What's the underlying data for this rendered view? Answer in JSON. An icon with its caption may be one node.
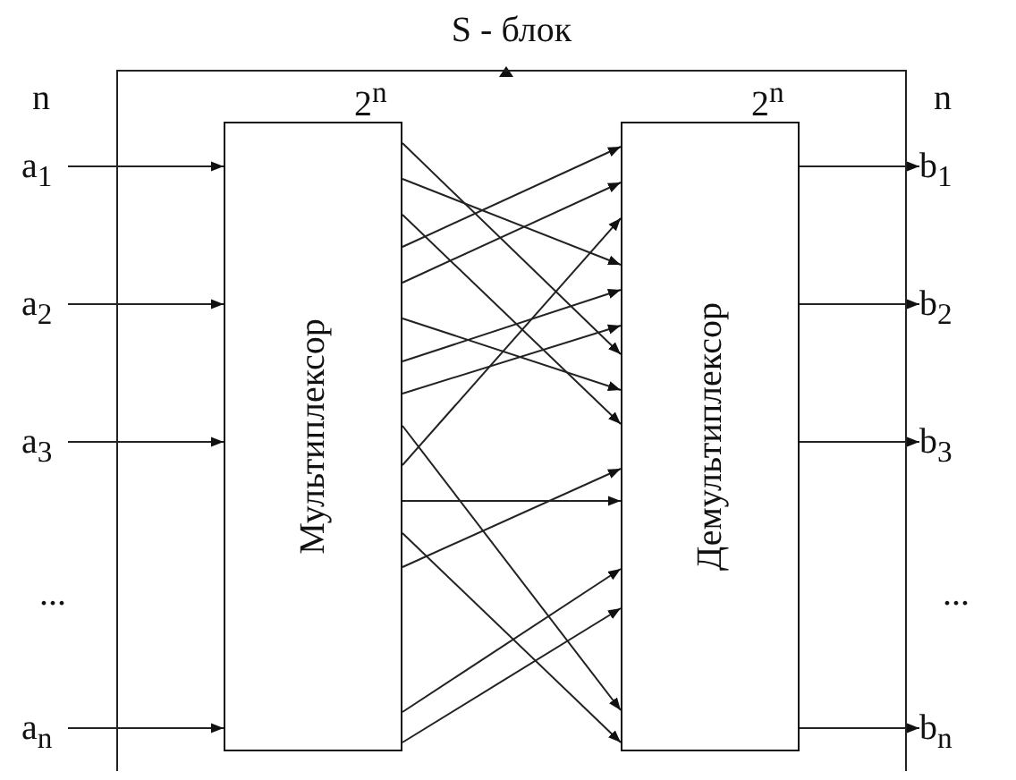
{
  "diagram": {
    "nodes": [
      {
        "text": [
          "S - блок"
        ]
      },
      {
        "text": [
          "Мультиплексор"
        ],
        "in": 0
      },
      {
        "text": [
          "Демультиплексор"
        ],
        "in": 0
      },
      {
        "text": [
          "a$_{1}$"
        ]
      },
      {
        "text": [
          "a$_{2}$"
        ]
      },
      {
        "text": [
          "a$_{3}$"
        ]
      },
      {
        "text": [
          "a$_{n}$"
        ]
      },
      {
        "text": [
          "b$_{1}$"
        ]
      },
      {
        "text": [
          "b$_{2}$"
        ]
      },
      {
        "text": [
          "b$_{3}$"
        ]
      },
      {
        "text": [
          "b$_{n}$"
        ]
      }
    ],
    "edges": [
      {
        "from": 3,
        "to": 1,
        "arrow": "to"
      },
      {
        "from": 4,
        "to": 1,
        "arrow": "to"
      },
      {
        "from": 5,
        "to": 1,
        "arrow": "to"
      },
      {
        "from": 6,
        "to": 1,
        "arrow": "to"
      },
      {
        "from": 1,
        "to": 2,
        "arrow": "to"
      },
      {
        "from": 1,
        "to": 2,
        "arrow": "to"
      },
      {
        "from": 1,
        "to": 2,
        "arrow": "to"
      },
      {
        "from": 1,
        "to": 2,
        "arrow": "to"
      },
      {
        "from": 1,
        "to": 2,
        "arrow": "to"
      },
      {
        "from": 1,
        "to": 2,
        "arrow": "to"
      },
      {
        "from": 1,
        "to": 2,
        "arrow": "to"
      },
      {
        "from": 1,
        "to": 2,
        "arrow": "to"
      },
      {
        "from": 1,
        "to": 2,
        "arrow": "to"
      },
      {
        "from": 1,
        "to": 2,
        "arrow": "to"
      },
      {
        "from": 1,
        "to": 2,
        "arrow": "to"
      },
      {
        "from": 1,
        "to": 2,
        "arrow": "to"
      },
      {
        "from": 1,
        "to": 2,
        "arrow": "to"
      },
      {
        "from": 1,
        "to": 2,
        "arrow": "to"
      },
      {
        "from": 1,
        "to": 2,
        "arrow": "to"
      },
      {
        "from": 2,
        "to": 7,
        "arrow": "to"
      },
      {
        "from": 2,
        "to": 8,
        "arrow": "to"
      },
      {
        "from": 2,
        "to": 9,
        "arrow": "to"
      },
      {
        "from": 2,
        "to": 10,
        "arrow": "to"
      }
    ],
    "labels": [
      "n",
      "2$^{n}$",
      "2$^{n}$",
      "n",
      "...",
      "..."
    ]
  }
}
